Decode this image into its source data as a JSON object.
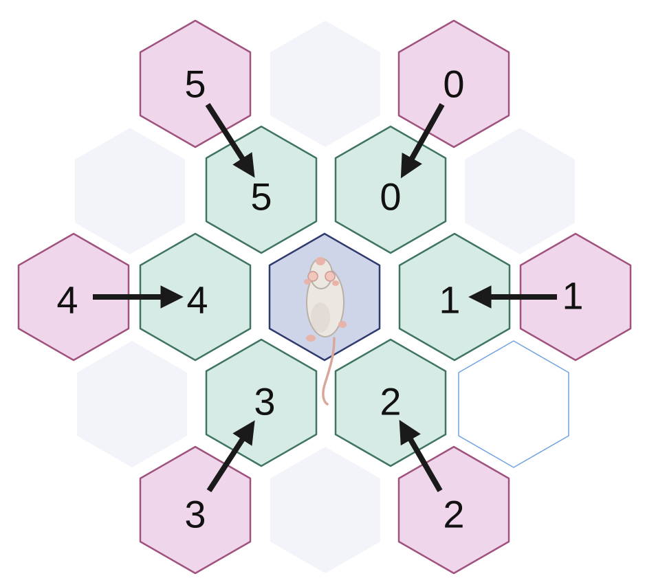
{
  "colors": {
    "outer_fill": "#f0d6ea",
    "outer_stroke": "#a0527f",
    "inner_fill": "#d7ebe6",
    "inner_stroke": "#3f7462",
    "center_fill": "#cfd5e8",
    "center_stroke": "#2e3b6e",
    "empty_fill": "#f2f4f9",
    "highlight_stroke": "#6fa3e0",
    "arrow": "#1a1a1a"
  },
  "center": {
    "icon": "rat-icon"
  },
  "outer_tiles": [
    {
      "label": "5"
    },
    {
      "label": "0"
    },
    {
      "label": "4"
    },
    {
      "label": "1"
    },
    {
      "label": "3"
    },
    {
      "label": "2"
    }
  ],
  "inner_tiles": [
    {
      "label": "5"
    },
    {
      "label": "0"
    },
    {
      "label": "4"
    },
    {
      "label": "1"
    },
    {
      "label": "3"
    },
    {
      "label": "2"
    }
  ]
}
